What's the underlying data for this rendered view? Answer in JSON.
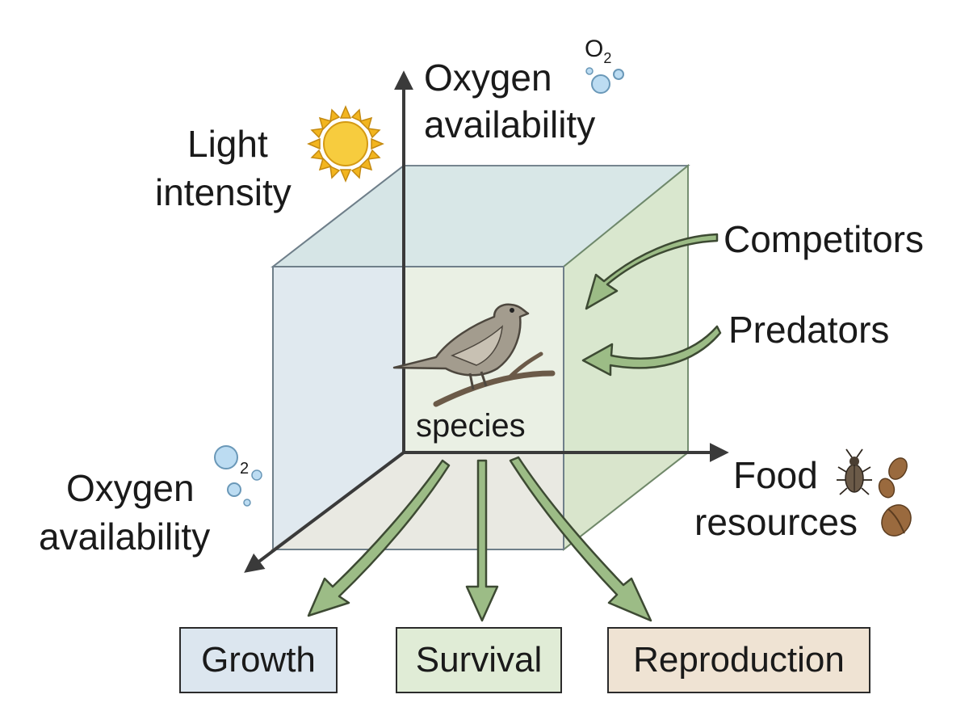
{
  "labels": {
    "oxygen_top": [
      "Oxygen",
      "availability"
    ],
    "o2_top": "O",
    "o2_top_sub": "2",
    "light": [
      "Light",
      "intensity"
    ],
    "competitors": "Competitors",
    "predators": "Predators",
    "species": "species",
    "oxygen_left": [
      "Oxygen",
      "availability"
    ],
    "o2_left_sub": "2",
    "food": [
      "Food",
      "resources"
    ]
  },
  "outcomes": [
    "Growth",
    "Survival",
    "Reproduction"
  ],
  "colors": {
    "front_face": "#dfe8ee",
    "top_face": "#d6e6e6",
    "right_face": "#d8e6cc",
    "floor": "#eee3d2",
    "arrow_green": "#9cbc86",
    "arrow_stroke": "#3d4a33",
    "sun": "#f6c533",
    "bubble": "#bcdcf2",
    "bird": "#a39c8e",
    "food": "#9a6a3e"
  },
  "icons": [
    "sun-icon",
    "oxygen-bubbles-icon",
    "bird-icon",
    "beetle-icon",
    "seed-icon"
  ]
}
